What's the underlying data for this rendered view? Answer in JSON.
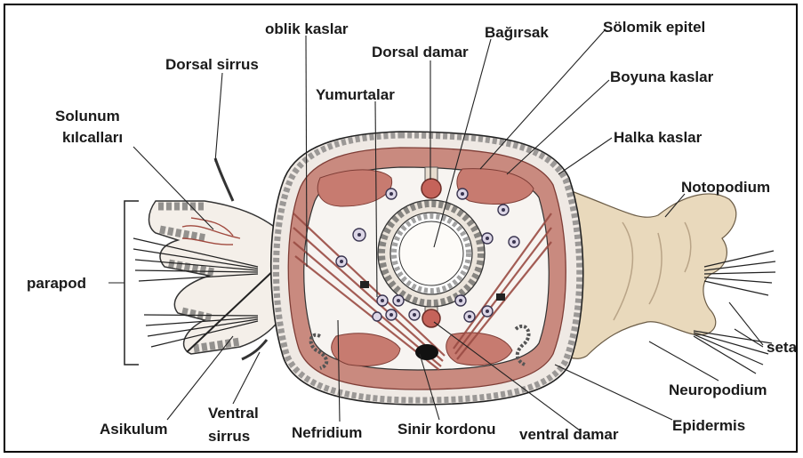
{
  "labels": {
    "oblik_kaslar": "oblik kaslar",
    "bagirsak": "Bağırsak",
    "solomik_epitel": "Sölomik epitel",
    "dorsal_sirrus": "Dorsal sirrus",
    "dorsal_damar": "Dorsal damar",
    "boyuna_kaslar": "Boyuna kaslar",
    "yumurtalar": "Yumurtalar",
    "solunum_1": "Solunum",
    "solunum_2": "kılcalları",
    "halka_kaslar": "Halka kaslar",
    "notopodium": "Notopodium",
    "parapod": "parapod",
    "seta": "seta",
    "neuropodium": "Neuropodium",
    "ventral_sirrus_1": "Ventral",
    "ventral_sirrus_2": "sirrus",
    "asikulum": "Asikulum",
    "nefridium": "Nefridium",
    "sinir_kordonu": "Sinir kordonu",
    "ventral_damar": "ventral damar",
    "epidermis": "Epidermis"
  },
  "colors": {
    "muscle": "#c98a7f",
    "muscle_dark": "#a8574d",
    "epidermis_fill": "#efe9e4",
    "parapodium": "#e9d9bc",
    "vessel": "#c5635a",
    "nerve": "#111111"
  }
}
